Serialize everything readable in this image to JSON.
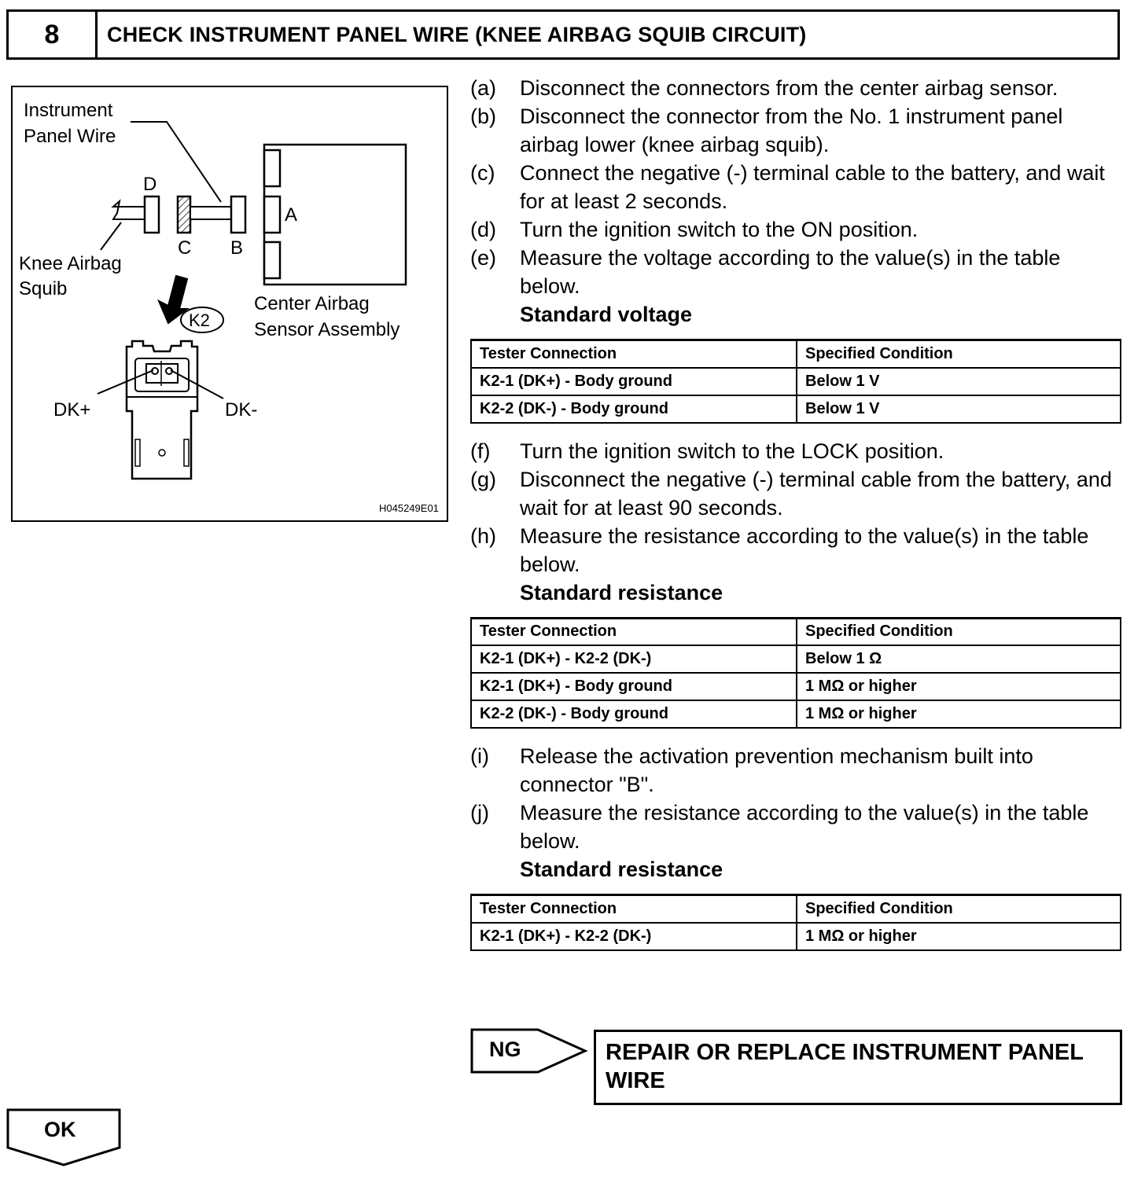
{
  "header": {
    "number": "8",
    "title": "CHECK INSTRUMENT PANEL WIRE (KNEE AIRBAG SQUIB CIRCUIT)"
  },
  "figure": {
    "label_instrument_1": "Instrument",
    "label_instrument_2": "Panel Wire",
    "label_d": "D",
    "label_a": "A",
    "label_c": "C",
    "label_b": "B",
    "label_knee_1": "Knee Airbag",
    "label_knee_2": "Squib",
    "label_center_1": "Center Airbag",
    "label_center_2": "Sensor Assembly",
    "label_k2": "K2",
    "label_dkplus": "DK+",
    "label_dkminus": "DK-",
    "code": "H045249E01"
  },
  "steps_a_e": [
    {
      "letter": "(a)",
      "text": "Disconnect the connectors from the center airbag sensor."
    },
    {
      "letter": "(b)",
      "text": "Disconnect the connector from the No. 1 instrument panel airbag lower (knee airbag squib)."
    },
    {
      "letter": "(c)",
      "text": "Connect the negative (-) terminal cable to the battery, and wait for at least 2 seconds."
    },
    {
      "letter": "(d)",
      "text": "Turn the ignition switch to the ON position."
    },
    {
      "letter": "(e)",
      "text": "Measure the voltage according to the value(s) in the table below."
    }
  ],
  "table1": {
    "title": "Standard voltage",
    "header": [
      "Tester Connection",
      "Specified Condition"
    ],
    "rows": [
      [
        "K2-1 (DK+) - Body ground",
        "Below 1 V"
      ],
      [
        "K2-2 (DK-) - Body ground",
        "Below 1 V"
      ]
    ]
  },
  "steps_f_h": [
    {
      "letter": "(f)",
      "text": "Turn the ignition switch to the LOCK position."
    },
    {
      "letter": "(g)",
      "text": "Disconnect the negative (-) terminal cable from the battery, and wait for at least 90 seconds."
    },
    {
      "letter": "(h)",
      "text": "Measure the resistance according to the value(s) in the table below."
    }
  ],
  "table2": {
    "title": "Standard resistance",
    "header": [
      "Tester Connection",
      "Specified Condition"
    ],
    "rows": [
      [
        "K2-1 (DK+) - K2-2 (DK-)",
        "Below 1 Ω"
      ],
      [
        "K2-1 (DK+) - Body ground",
        "1 MΩ or higher"
      ],
      [
        "K2-2 (DK-) - Body ground",
        "1 MΩ or higher"
      ]
    ]
  },
  "steps_i_j": [
    {
      "letter": "(i)",
      "text": "Release the activation prevention mechanism built into connector \"B\"."
    },
    {
      "letter": "(j)",
      "text": "Measure the resistance according to the value(s) in the table below."
    }
  ],
  "table3": {
    "title": "Standard resistance",
    "header": [
      "Tester Connection",
      "Specified Condition"
    ],
    "rows": [
      [
        "K2-1 (DK+) - K2-2 (DK-)",
        "1 MΩ or higher"
      ]
    ]
  },
  "ng": {
    "label": "NG",
    "result": "REPAIR OR REPLACE INSTRUMENT PANEL WIRE"
  },
  "ok": {
    "label": "OK"
  }
}
